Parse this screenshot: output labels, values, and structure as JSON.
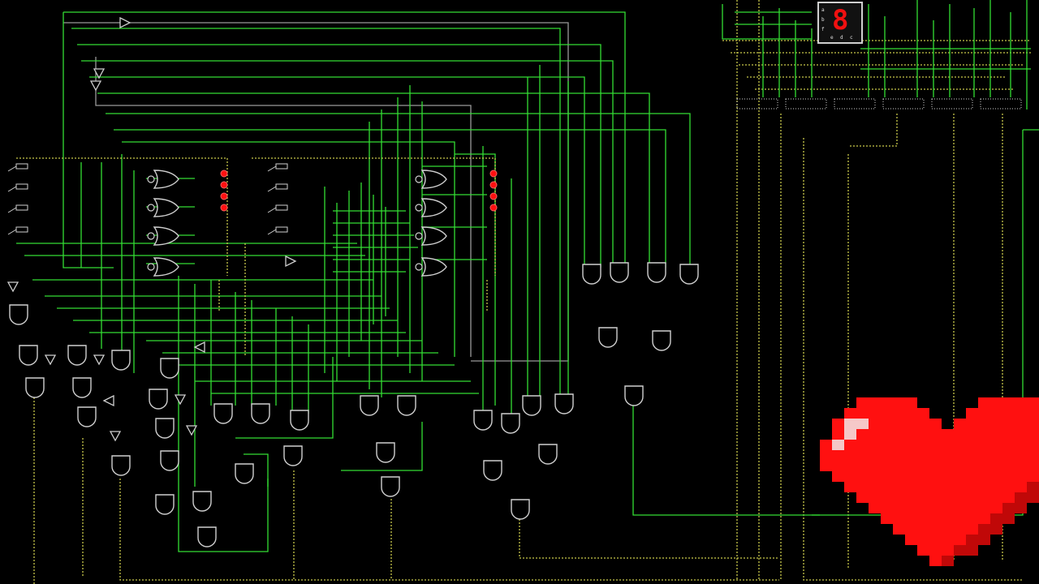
{
  "colors": {
    "background": "#000000",
    "wire_active": "#33dd33",
    "wire_bus": "#c8c84a",
    "wire_idle": "#9a9a9a",
    "gate_outline": "#cfcfcf",
    "heart_red": "#ff1010",
    "heart_highlight": "#f5c8c8"
  },
  "display": {
    "digit": "8",
    "pins": [
      "a",
      "b",
      "f",
      "e",
      "d",
      "c"
    ]
  },
  "heart_icon": "pixel-heart-icon"
}
